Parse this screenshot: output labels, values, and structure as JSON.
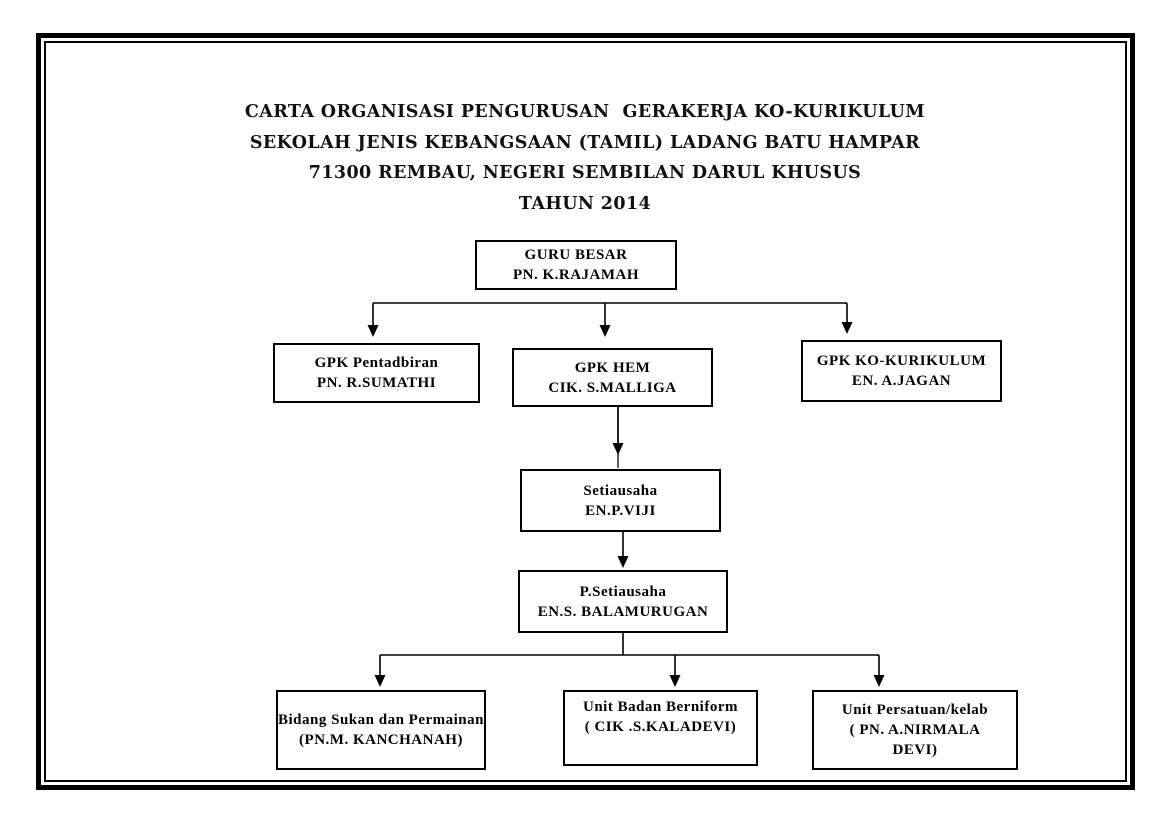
{
  "page": {
    "title_lines": [
      "CARTA ORGANISASI PENGURUSAN  GERAKERJA KO-KURIKULUM",
      "SEKOLAH JENIS KEBANGSAAN (TAMIL) LADANG BATU HAMPAR",
      "71300 REMBAU, NEGERI SEMBILAN DARUL KHUSUS",
      "TAHUN 2014"
    ]
  },
  "org_chart": {
    "nodes": {
      "guru_besar": {
        "role": "GURU BESAR",
        "name": "PN. K.RAJAMAH"
      },
      "gpk_pentadbiran": {
        "role": "GPK Pentadbiran",
        "name": "PN. R.SUMATHI"
      },
      "gpk_hem": {
        "role": "GPK HEM",
        "name": "CIK. S.MALLIGA"
      },
      "gpk_ko_kurikulum": {
        "role": "GPK KO-KURIKULUM",
        "name": "EN. A.JAGAN"
      },
      "setiausaha": {
        "role": "Setiausaha",
        "name": "EN.P.VIJI"
      },
      "p_setiausaha": {
        "role": "P.Setiausaha",
        "name": "EN.S. BALAMURUGAN"
      },
      "bidang_sukan": {
        "role": "Bidang Sukan dan Permainan",
        "name": "(PN.M. KANCHANAH)"
      },
      "unit_badan": {
        "role": "Unit Badan Berniform",
        "name": "( CIK .S.KALADEVI)"
      },
      "unit_persatuan": {
        "role": "Unit Persatuan/kelab",
        "name": "( PN. A.NIRMALA DEVI)"
      }
    },
    "edges": [
      {
        "from": "guru_besar",
        "to": "gpk_pentadbiran"
      },
      {
        "from": "guru_besar",
        "to": "gpk_hem"
      },
      {
        "from": "guru_besar",
        "to": "gpk_ko_kurikulum"
      },
      {
        "from": "gpk_hem",
        "to": "setiausaha"
      },
      {
        "from": "setiausaha",
        "to": "p_setiausaha"
      },
      {
        "from": "p_setiausaha",
        "to": "bidang_sukan"
      },
      {
        "from": "p_setiausaha",
        "to": "unit_badan"
      },
      {
        "from": "p_setiausaha",
        "to": "unit_persatuan"
      }
    ]
  },
  "colors": {
    "line": "#000000",
    "box_border": "#000000",
    "box_background": "#ffffff",
    "page_background": "#ffffff",
    "text": "#000000"
  }
}
